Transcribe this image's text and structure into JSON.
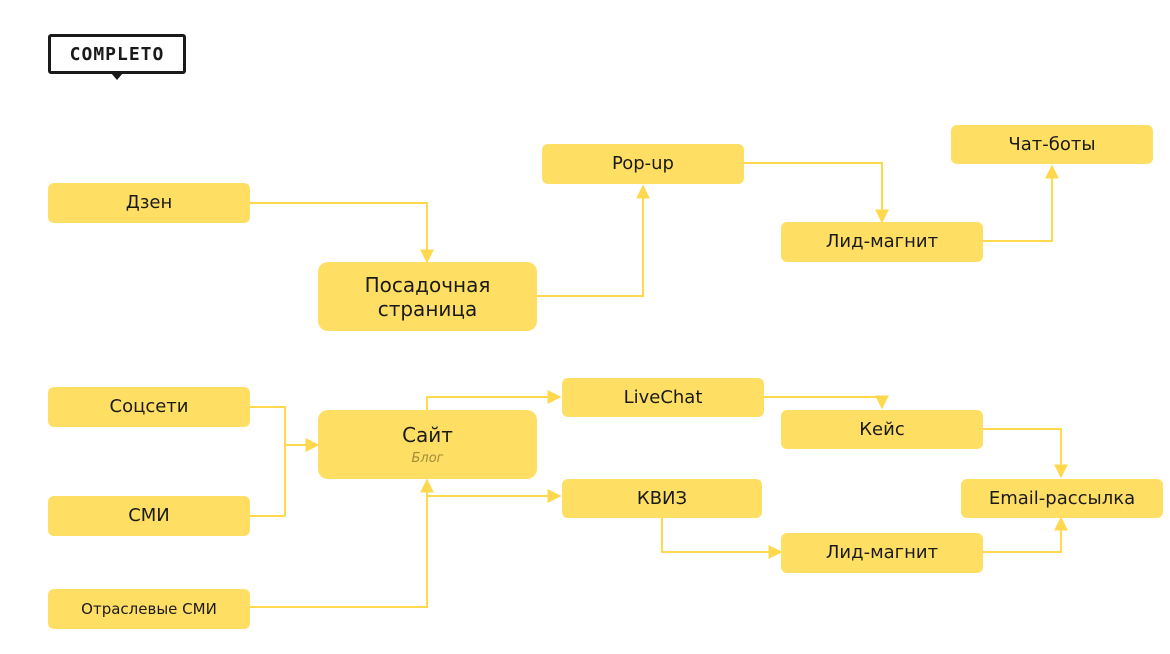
{
  "logo": {
    "text": "COMPLETO"
  },
  "nodes": {
    "dzen": "Дзен",
    "landing": "Посадочная страница",
    "popup": "Pop-up",
    "lead_magnet_top": "Лид-магнит",
    "chatbots": "Чат-боты",
    "socials": "Соцсети",
    "media": "СМИ",
    "industry_media": "Отраслевые СМИ",
    "site": "Сайт",
    "site_sub": "Блог",
    "livechat": "LiveChat",
    "quiz": "КВИЗ",
    "case": "Кейс",
    "email": "Email-рассылка",
    "lead_magnet_bottom": "Лид-магнит"
  },
  "colors": {
    "node_fill": "#ffdf63",
    "connector": "#ffd84d",
    "text": "#1a1a1a"
  }
}
